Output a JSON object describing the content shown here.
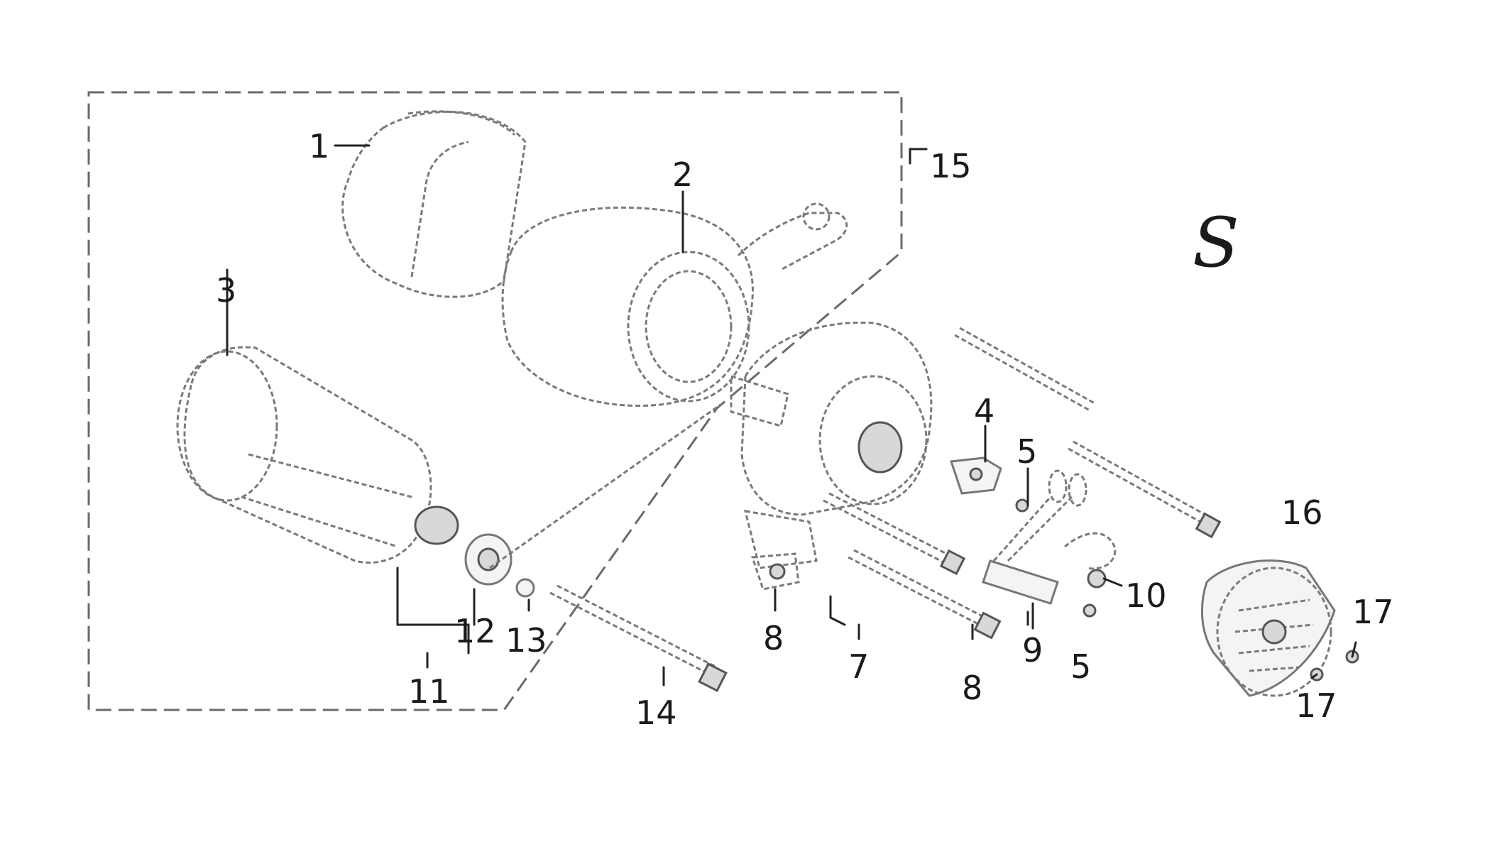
{
  "section_mark": "S",
  "callouts": {
    "p1": "1",
    "p2": "2",
    "p3": "3",
    "p4": "4",
    "p5a": "5",
    "p5b": "5",
    "p7": "7",
    "p8a": "8",
    "p8b": "8",
    "p9": "9",
    "p10": "10",
    "p11": "11",
    "p12": "12",
    "p13": "13",
    "p14": "14",
    "p15": "15",
    "p16": "16",
    "p17a": "17",
    "p17b": "17"
  }
}
